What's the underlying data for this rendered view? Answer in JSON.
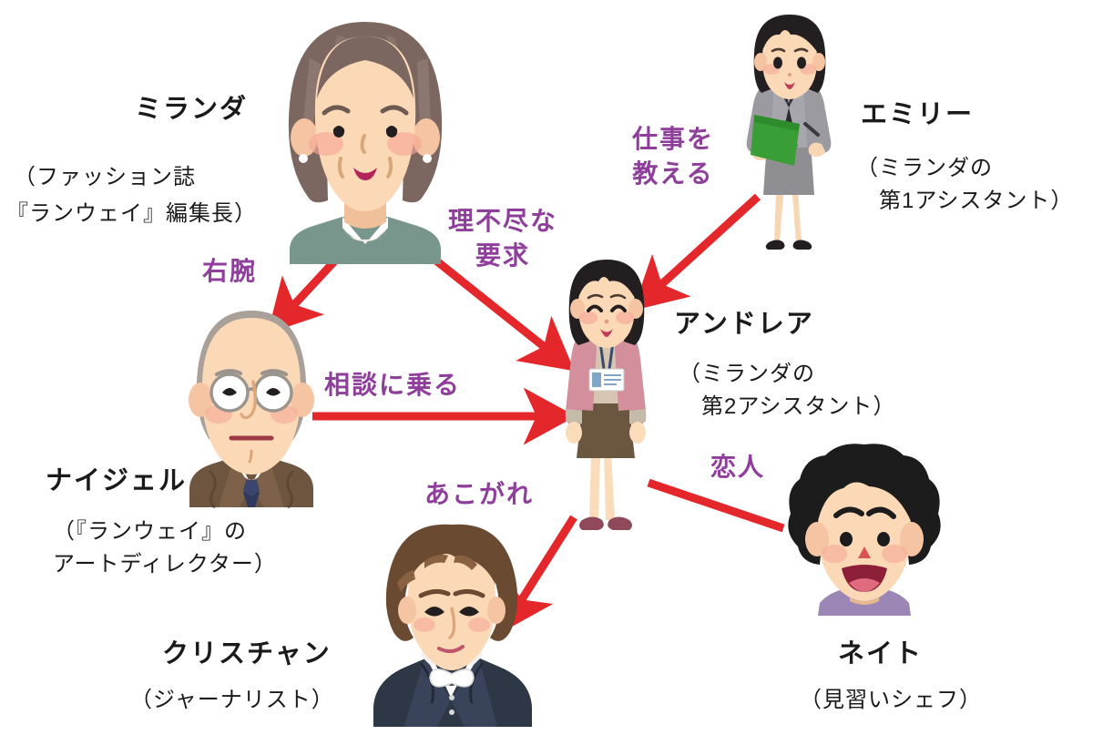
{
  "diagram": {
    "title_text": "",
    "accent_relation_color": "#8f3f9b",
    "arrow_color": "#e3272b",
    "background": "#ffffff"
  },
  "characters": [
    {
      "id": "miranda",
      "name": "ミランダ",
      "role_line1": "（ファッション誌",
      "role_line2": "『ランウェイ』編集長）",
      "icon": "elderly-woman-portrait-icon"
    },
    {
      "id": "emily",
      "name": "エミリー",
      "role_line1": "（ミランダの",
      "role_line2": "　第1アシスタント）",
      "icon": "businesswoman-with-clipboard-icon"
    },
    {
      "id": "andrea",
      "name": "アンドレア",
      "role_line1": "（ミランダの",
      "role_line2": "　第2アシスタント）",
      "icon": "young-woman-with-id-badge-icon"
    },
    {
      "id": "nigel",
      "name": "ナイジェル",
      "role_line1": "（『ランウェイ』の",
      "role_line2": "アートディレクター）",
      "icon": "bald-man-in-suit-icon"
    },
    {
      "id": "christian",
      "name": "クリスチャン",
      "role_line1": "（ジャーナリスト）",
      "role_line2": "",
      "icon": "wavy-haired-man-in-tailcoat-icon"
    },
    {
      "id": "nate",
      "name": "ネイト",
      "role_line1": "（見習いシェフ）",
      "role_line2": "",
      "icon": "curly-haired-smiling-man-icon"
    }
  ],
  "relations": [
    {
      "id": "migi-ude",
      "label": "右腕",
      "from": "miranda",
      "to": "nigel",
      "arrow": true
    },
    {
      "id": "rifujin",
      "label_line1": "理不尽な",
      "label_line2": "要求",
      "from": "miranda",
      "to": "andrea",
      "arrow": true
    },
    {
      "id": "shigoto",
      "label_line1": "仕事を",
      "label_line2": "教える",
      "from": "emily",
      "to": "andrea",
      "arrow": true
    },
    {
      "id": "soudan",
      "label": "相談に乗る",
      "from": "nigel",
      "to": "andrea",
      "arrow": true
    },
    {
      "id": "akogare",
      "label": "あこがれ",
      "from": "andrea",
      "to": "christian",
      "arrow": true
    },
    {
      "id": "koibito",
      "label": "恋人",
      "from": "andrea",
      "to": "nate",
      "arrow": false
    }
  ]
}
